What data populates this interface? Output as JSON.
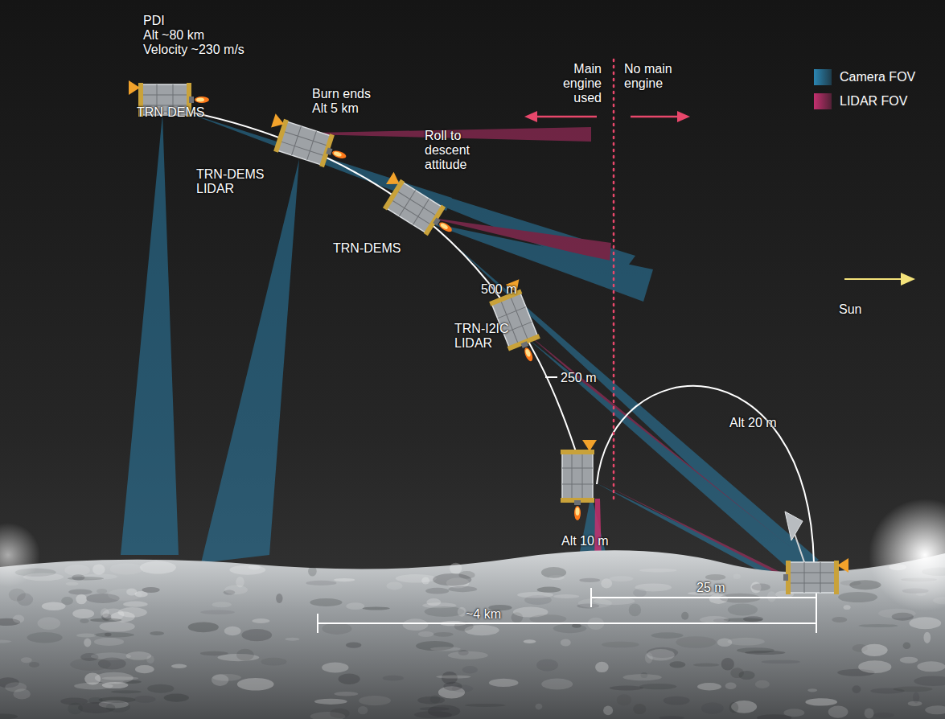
{
  "diagram": {
    "labels": [
      "PDI",
      "Alt ~80 km",
      "Velocity ~230 m/s",
      "TRN-DEMS",
      "Burn ends",
      "Alt 5 km",
      "TRN-DEMS LIDAR",
      "Roll to descent attitude",
      "TRN-DEMS",
      "500 m",
      "TRN-I2IC LIDAR",
      "250 m",
      "Alt 20 m",
      "Alt 10 m",
      "Main engine used",
      "No main engine",
      "Sun",
      "~4 km",
      "25 m"
    ],
    "legend": [
      {
        "text": "Camera FOV",
        "color": "#2b86b3"
      },
      {
        "text": "LIDAR FOV",
        "color": "#c4306f"
      }
    ]
  }
}
